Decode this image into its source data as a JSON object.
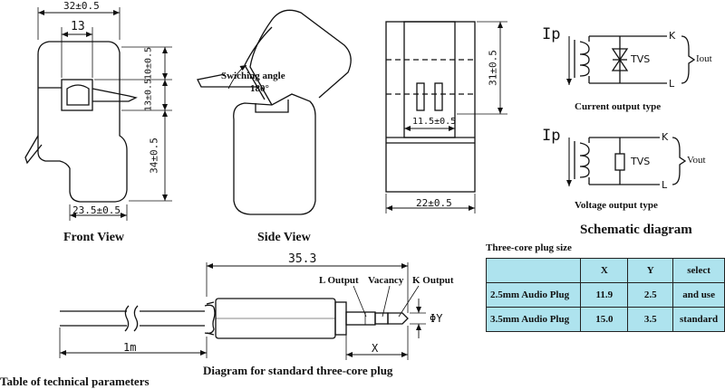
{
  "front_view": {
    "caption": "Front View",
    "dims": {
      "width": "32±0.5",
      "window": "13",
      "top_height": "10±0.5",
      "jaw_height": "13±0.5",
      "body_height": "34±0.5",
      "bottom_width": "23.5±0.5"
    }
  },
  "side_view": {
    "caption": "Side View",
    "switching_label": "Swiching angle",
    "switching_angle": "180°"
  },
  "back_view": {
    "dims": {
      "height": "31±0.5",
      "inner_width": "11.5±0.5",
      "width": "22±0.5"
    }
  },
  "schematic": {
    "title": "Schematic diagram",
    "current": {
      "ip": "Ip",
      "tvs": "TVS",
      "k": "K",
      "l": "L",
      "out": "Iout",
      "caption": "Current output type"
    },
    "voltage": {
      "ip": "Ip",
      "tvs": "TVS",
      "k": "K",
      "l": "L",
      "out": "Vout",
      "caption": "Voltage output type"
    }
  },
  "plug": {
    "total_length": "35.3",
    "cable_length": "1m",
    "x_label": "X",
    "dia_label": "ΦY",
    "l_output": "L Output",
    "vacancy": "Vacancy",
    "k_output": "K Output",
    "caption": "Diagram for standard three-core plug"
  },
  "plug_table": {
    "title": "Three-core plug size",
    "headers": [
      "",
      "X",
      "Y",
      "select"
    ],
    "rows": [
      {
        "name": "2.5mm Audio Plug",
        "x": "11.9",
        "y": "2.5",
        "select": "and use"
      },
      {
        "name": "3.5mm Audio Plug",
        "x": "15.0",
        "y": "3.5",
        "select": "standard"
      }
    ]
  },
  "footer_text": "Table of technical parameters"
}
